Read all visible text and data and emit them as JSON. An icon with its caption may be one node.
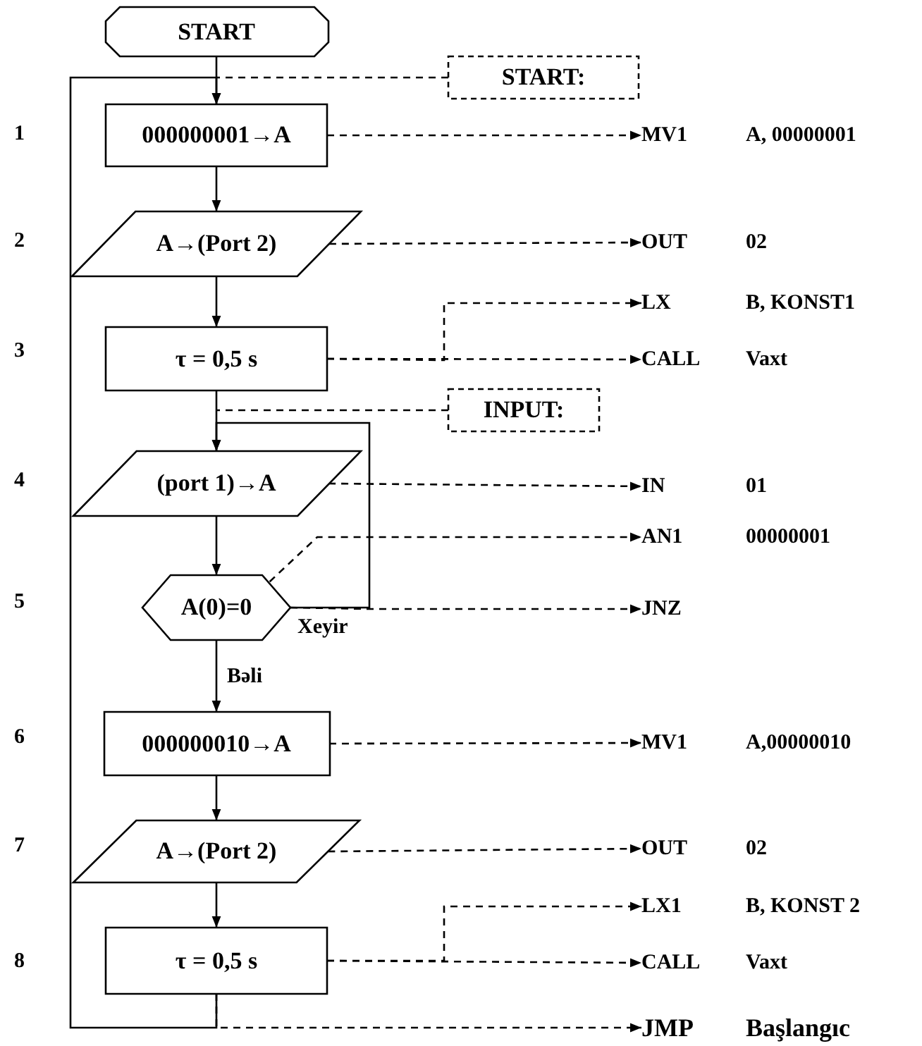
{
  "diagram": {
    "nodes": [
      {
        "text": [
          "START"
        ]
      },
      {
        "text": [
          "START:"
        ]
      },
      {
        "text": [
          "000000001→A"
        ]
      },
      {
        "text": [
          "A→(Port 2)"
        ]
      },
      {
        "text": [
          "τ = 0,5 s"
        ]
      },
      {
        "text": [
          "INPUT:"
        ]
      },
      {
        "text": [
          "(port 1)→A"
        ]
      },
      {
        "text": [
          "A(0)=0"
        ]
      },
      {
        "text": [
          "000000010→A"
        ]
      },
      {
        "text": [
          "A→(Port 2)"
        ]
      },
      {
        "text": [
          "τ = 0,5 s"
        ]
      },
      {
        "text": [
          "MV1",
          "A, 00000001"
        ]
      },
      {
        "text": [
          "OUT",
          "02"
        ]
      },
      {
        "text": [
          "LX",
          "B, KONST1"
        ]
      },
      {
        "text": [
          "CALL",
          "Vaxt"
        ]
      },
      {
        "text": [
          "IN",
          "01"
        ]
      },
      {
        "text": [
          "AN1",
          "00000001"
        ]
      },
      {
        "text": [
          "JNZ"
        ]
      },
      {
        "text": [
          "MV1",
          "A,00000010"
        ]
      },
      {
        "text": [
          "OUT",
          "02"
        ]
      },
      {
        "text": [
          "LX1",
          "B, KONST 2"
        ]
      },
      {
        "text": [
          "CALL",
          "Vaxt"
        ]
      },
      {
        "text": [
          "JMP",
          "Başlangıc"
        ]
      }
    ],
    "edges": [
      {
        "from": 0,
        "to": 2,
        "arrow": "to"
      },
      {
        "from": 2,
        "to": 3,
        "arrow": "to"
      },
      {
        "from": 3,
        "to": 4,
        "arrow": "to"
      },
      {
        "from": 4,
        "to": 6,
        "arrow": "to"
      },
      {
        "from": 6,
        "to": 7,
        "arrow": "to"
      },
      {
        "from": 7,
        "to": 6,
        "arrow": "to",
        "label": "Xeyir"
      },
      {
        "from": 7,
        "to": 8,
        "arrow": "to",
        "label": "Bəli"
      },
      {
        "from": 8,
        "to": 9,
        "arrow": "to"
      },
      {
        "from": 9,
        "to": 10,
        "arrow": "to"
      },
      {
        "from": 10,
        "to": 2,
        "arrow": "to"
      },
      {
        "from": 1,
        "to": null,
        "arrow": "none",
        "style": "dashed"
      },
      {
        "from": 5,
        "to": null,
        "arrow": "none",
        "style": "dashed"
      },
      {
        "from": 2,
        "to": 11,
        "arrow": "to",
        "style": "dashed"
      },
      {
        "from": 3,
        "to": 12,
        "arrow": "to",
        "style": "dashed"
      },
      {
        "from": 4,
        "to": 13,
        "arrow": "to",
        "style": "dashed"
      },
      {
        "from": 4,
        "to": 14,
        "arrow": "to",
        "style": "dashed"
      },
      {
        "from": 6,
        "to": 15,
        "arrow": "to",
        "style": "dashed"
      },
      {
        "from": 7,
        "to": 16,
        "arrow": "to",
        "style": "dashed"
      },
      {
        "from": 7,
        "to": 17,
        "arrow": "to",
        "style": "dashed"
      },
      {
        "from": 8,
        "to": 18,
        "arrow": "to",
        "style": "dashed"
      },
      {
        "from": 9,
        "to": 19,
        "arrow": "to",
        "style": "dashed"
      },
      {
        "from": 10,
        "to": 20,
        "arrow": "to",
        "style": "dashed"
      },
      {
        "from": 10,
        "to": 21,
        "arrow": "to",
        "style": "dashed"
      },
      {
        "from": 10,
        "to": 22,
        "arrow": "to",
        "style": "dashed"
      }
    ],
    "labels": [
      "1",
      "2",
      "3",
      "4",
      "5",
      "6",
      "7",
      "8"
    ]
  }
}
